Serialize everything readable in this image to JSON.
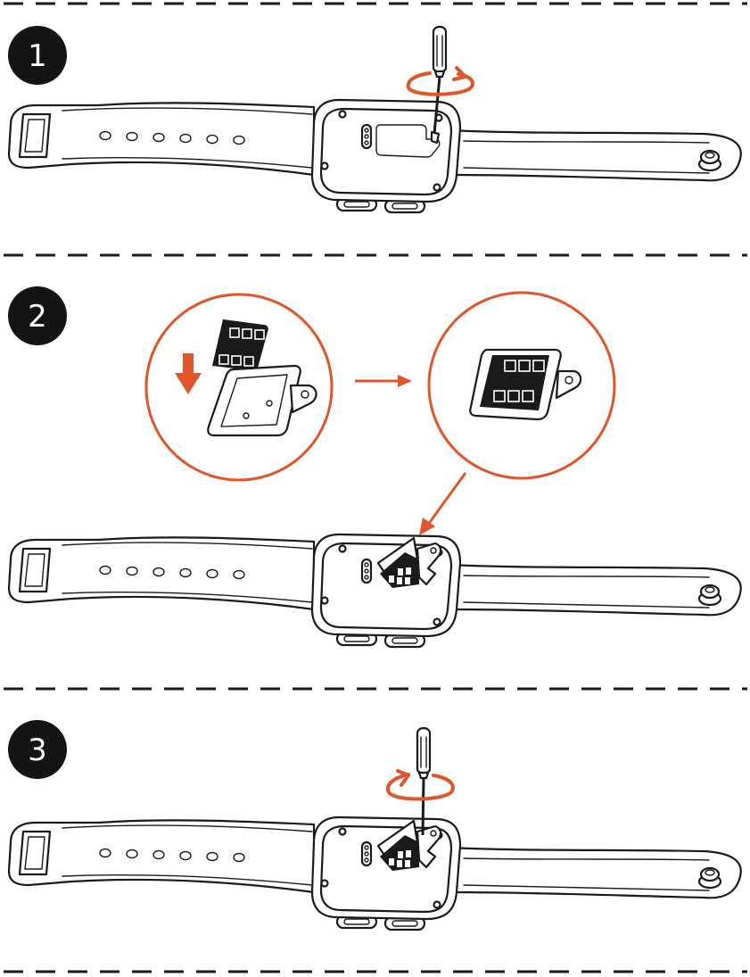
{
  "colors": {
    "accent": "#E0562A",
    "ink": "#1a1a1a",
    "badge": "#141414",
    "sim_card": "#1a1a1a"
  },
  "steps": [
    {
      "number": "1",
      "icons": [
        "screwdriver-icon",
        "rotate-counterclockwise-icon"
      ]
    },
    {
      "number": "2",
      "icons": [
        "sim-card-icon",
        "arrow-down-icon",
        "arrow-right-icon",
        "arrow-pointer-icon"
      ]
    },
    {
      "number": "3",
      "icons": [
        "screwdriver-icon",
        "rotate-clockwise-icon"
      ]
    }
  ]
}
